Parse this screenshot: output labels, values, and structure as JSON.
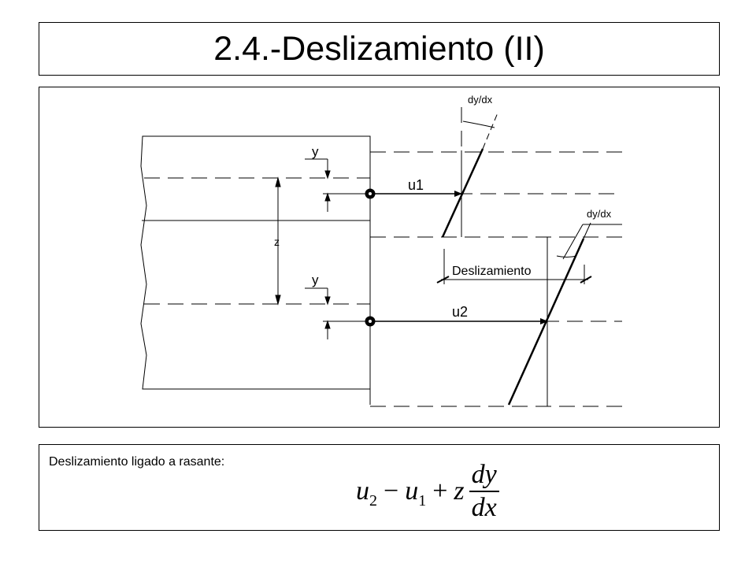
{
  "title": "2.4.-Deslizamiento (II)",
  "diagram": {
    "label_dydx_top": "dy/dx",
    "label_dydx_right": "dy/dx",
    "label_y_top": "y",
    "label_y_bottom": "y",
    "label_z": "z",
    "label_u1": "u1",
    "label_u2": "u2",
    "label_deslizamiento": "Deslizamiento"
  },
  "note": {
    "text": "Deslizamiento ligado a rasante:",
    "formula": {
      "u": "u",
      "sub2": "2",
      "minus": "−",
      "sub1": "1",
      "plus": "+",
      "z": "z",
      "numerator": "dy",
      "denominator": "dx"
    }
  }
}
